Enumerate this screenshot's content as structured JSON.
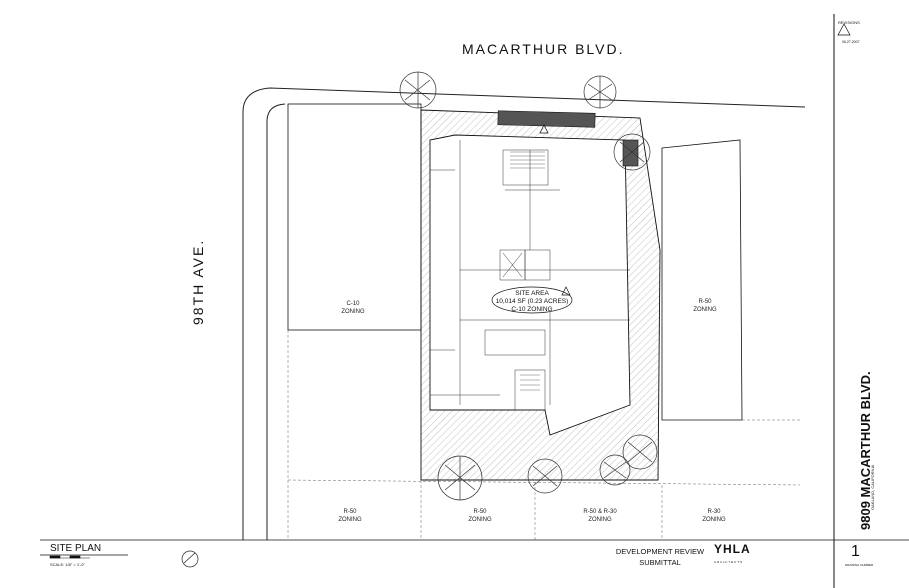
{
  "streets": {
    "top": "MACARTHUR BLVD.",
    "left": "98TH AVE."
  },
  "zones": [
    {
      "label": "C-10",
      "sub": "ZONING"
    },
    {
      "label": "R-50",
      "sub": "ZONING"
    },
    {
      "label": "R-50",
      "sub": "ZONING"
    },
    {
      "label": "R-50",
      "sub": "ZONING"
    },
    {
      "label": "R-50 & R-30",
      "sub": "ZONING"
    },
    {
      "label": "R-30",
      "sub": "ZONING"
    }
  ],
  "site": {
    "area_line1": "SITE AREA",
    "area_line2": "10,014 SF (0.23 ACRES)",
    "zoning": "C-10 ZONING"
  },
  "title_block": {
    "sheet_title": "SITE PLAN",
    "scale": "SCALE: 1/8\" = 1'-0\"",
    "review_line1": "DEVELOPMENT REVIEW",
    "review_line2": "SUBMITTAL",
    "firm": "YHLA",
    "firm_sub": "ARCHITECTS",
    "project": "9809 MACARTHUR BLVD.",
    "city": "OAKLAND, CALIFORNIA",
    "revisions": "REVISIONS",
    "rev_date": "06.27.2007",
    "sheet_number": "1",
    "sheet_number_label": "DRAWING NUMBER"
  },
  "colors": {
    "line": "#111111",
    "hatch": "#888888",
    "tree": "#333333"
  }
}
